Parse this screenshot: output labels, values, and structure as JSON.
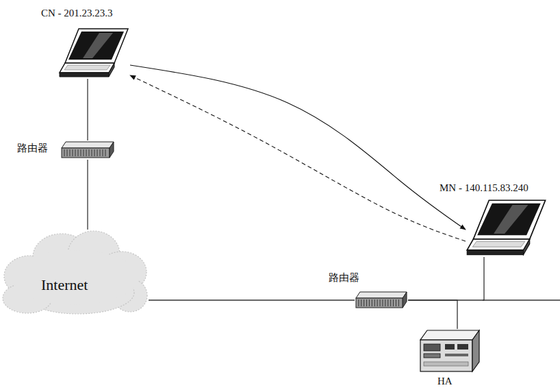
{
  "diagram": {
    "nodes": [
      {
        "text": [
          "CN - 201.23.23.3"
        ]
      },
      {
        "text": [
          "路由器"
        ]
      },
      {
        "text": [
          "Internet"
        ]
      },
      {
        "text": [
          "路由器"
        ]
      },
      {
        "text": [
          "MN - 140.115.83.240"
        ]
      },
      {
        "text": [
          "HA"
        ]
      }
    ],
    "edges": [
      {
        "from": 0,
        "to": 4,
        "arrow": "to"
      },
      {
        "from": 4,
        "to": 0,
        "arrow": "to"
      },
      {
        "from": 0,
        "to": 1,
        "arrow": "none"
      },
      {
        "from": 1,
        "to": 2,
        "arrow": "none"
      },
      {
        "from": 2,
        "to": 3,
        "arrow": "none"
      },
      {
        "from": 3,
        "to": 4,
        "arrow": "none"
      },
      {
        "from": 3,
        "to": 5,
        "arrow": "none"
      }
    ]
  }
}
